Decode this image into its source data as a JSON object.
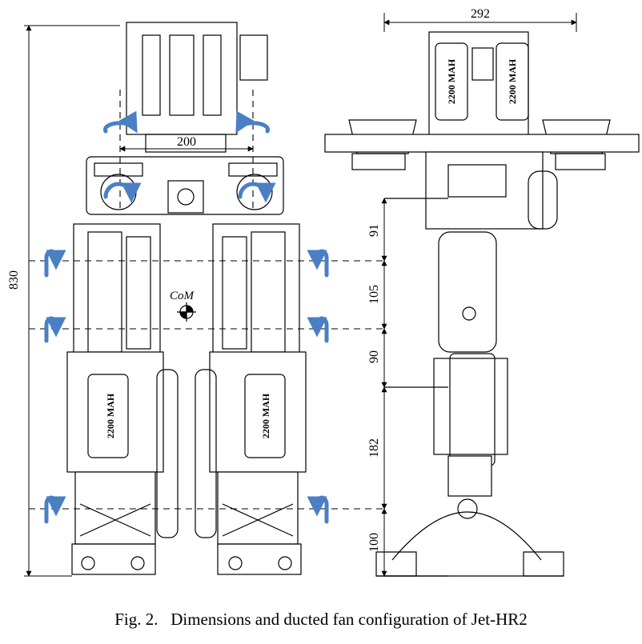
{
  "dimensions": {
    "height_total": "830",
    "width_front": "200",
    "width_side": "292",
    "seg_1": "91",
    "seg_2": "105",
    "seg_3": "90",
    "seg_4": "182",
    "seg_5": "100"
  },
  "labels": {
    "com": "CoM",
    "battery": "2200 MAH"
  },
  "caption": {
    "prefix": "Fig. 2.",
    "text": "Dimensions and ducted fan configuration of Jet-HR2"
  },
  "colors": {
    "arrow_blue": "#4a7fc4",
    "line": "#000000"
  }
}
